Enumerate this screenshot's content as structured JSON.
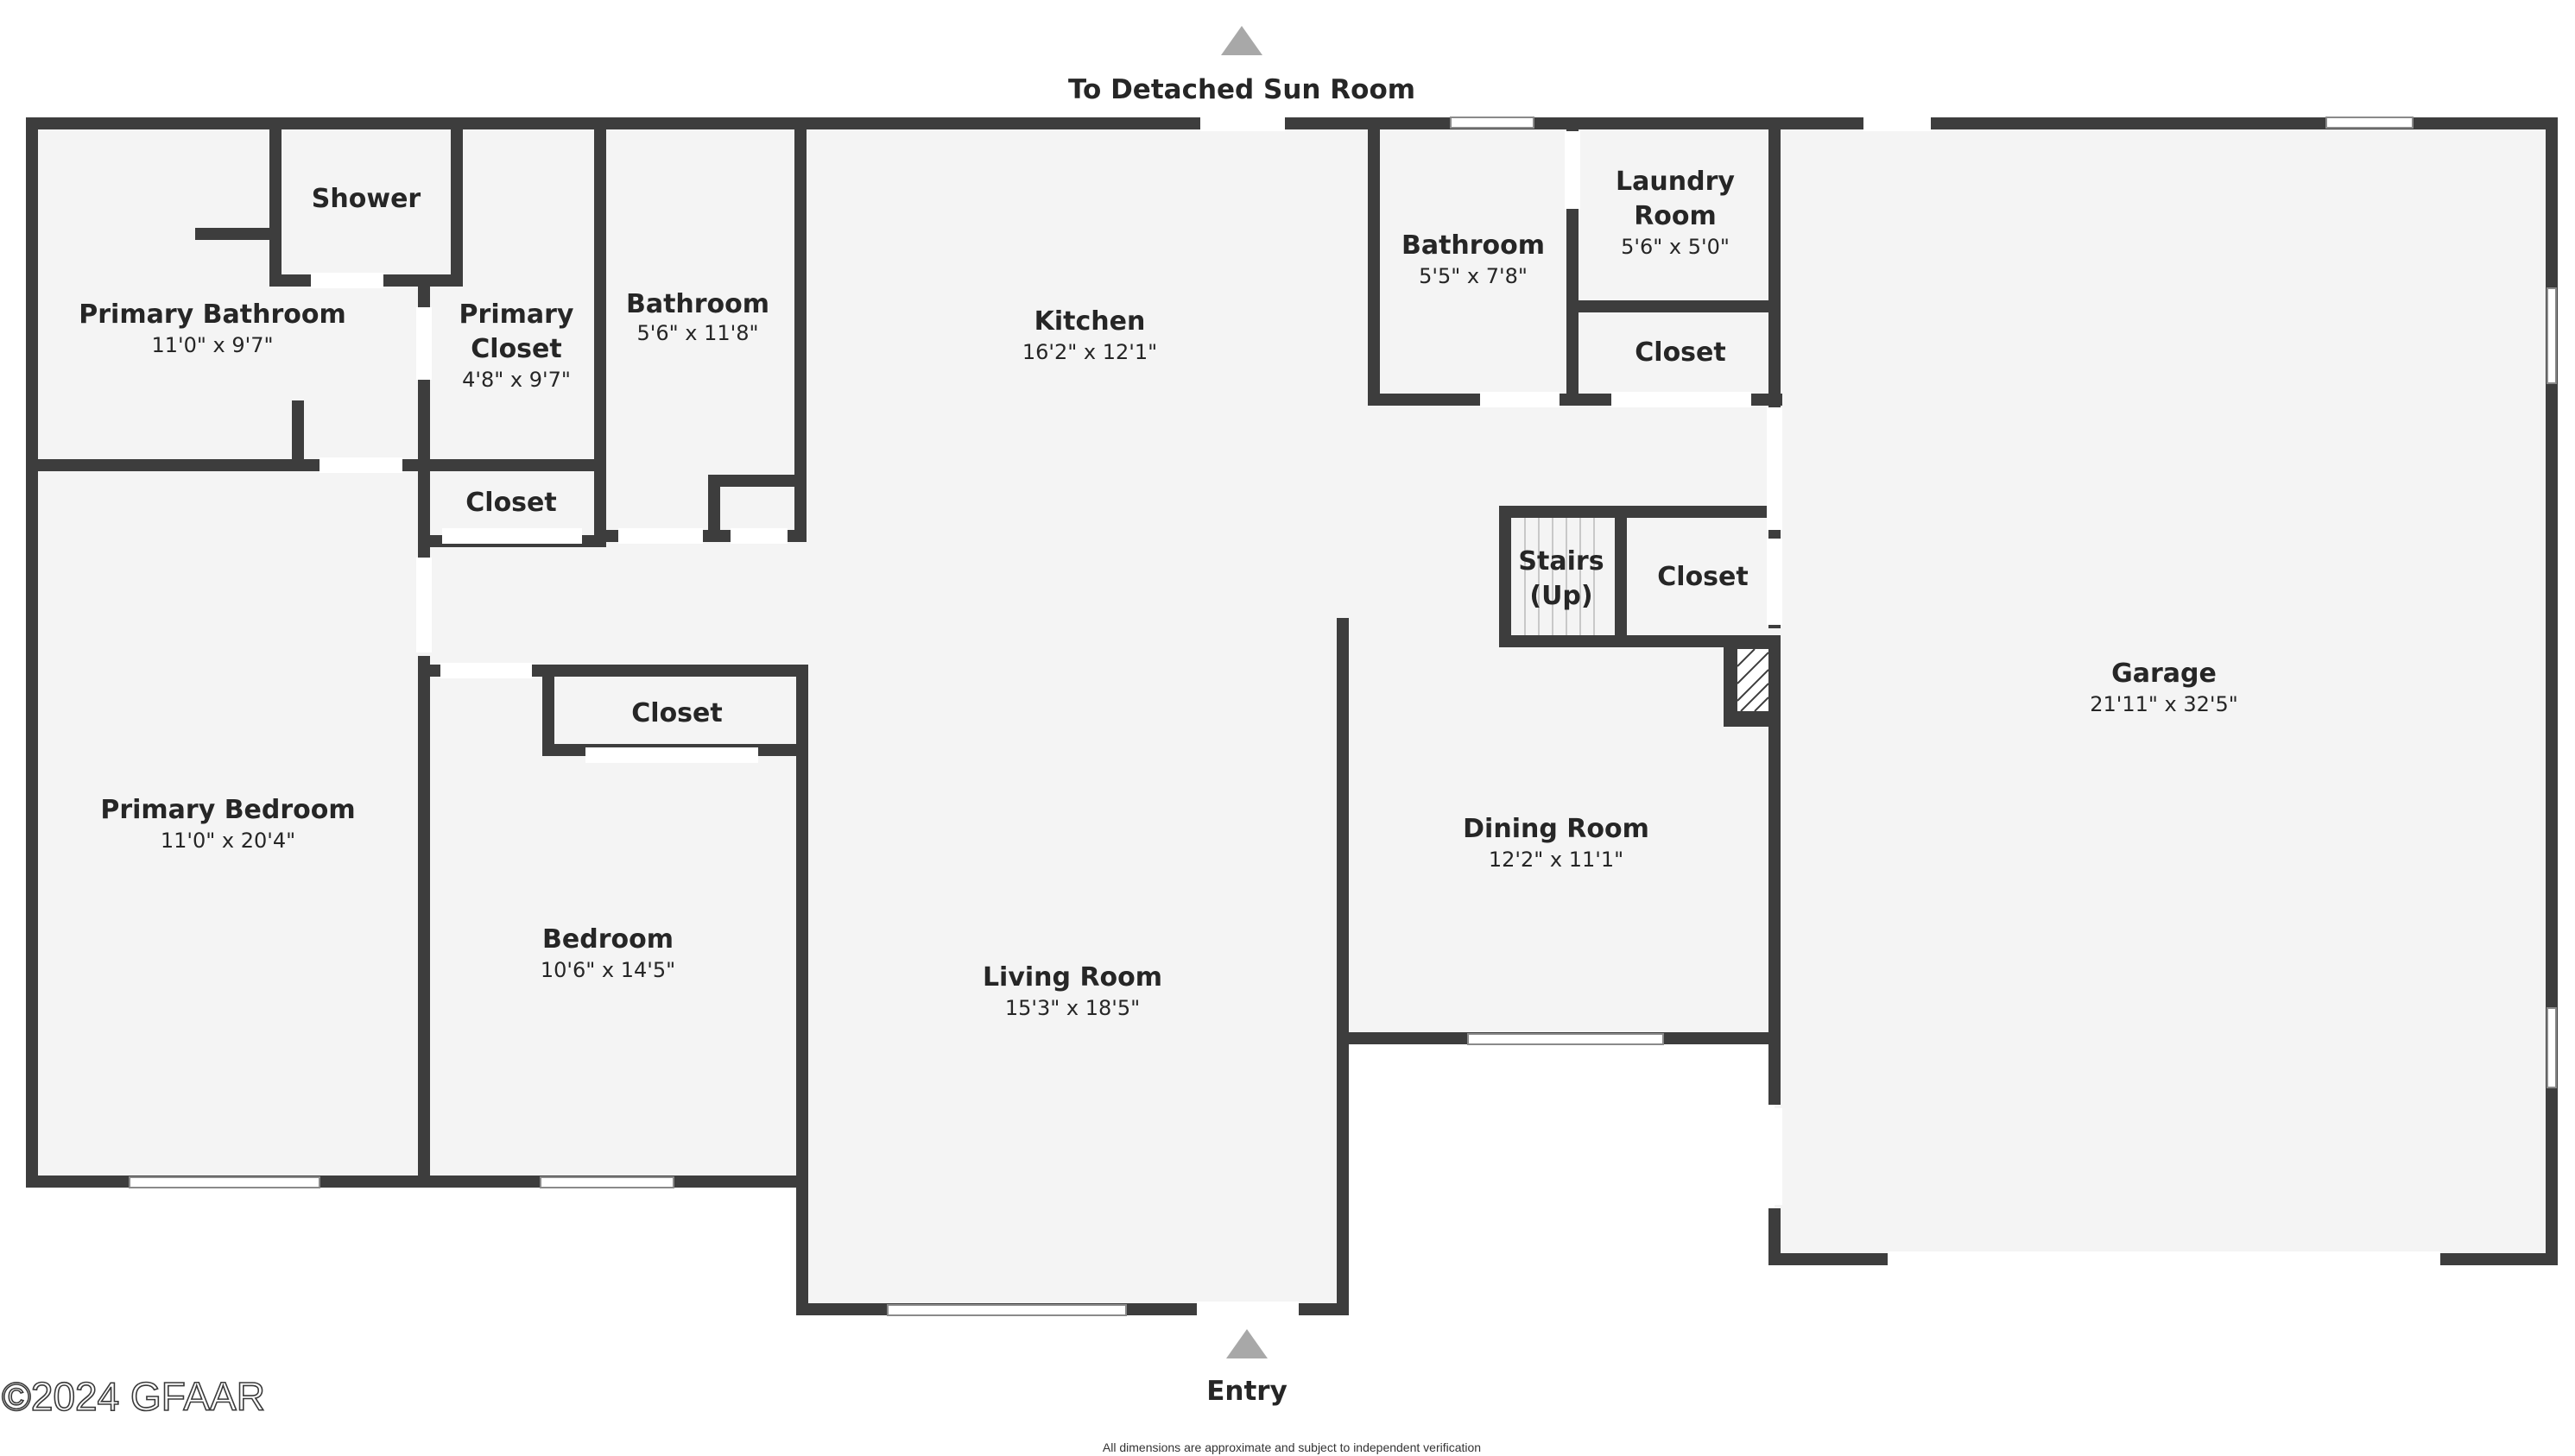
{
  "labels": {
    "top_direction": "To Detached Sun Room",
    "entry": "Entry",
    "disclaimer": "All dimensions are approximate and subject to independent verification",
    "copyright": "©2024 GFAAR"
  },
  "rooms": {
    "primary_bathroom": {
      "name": "Primary Bathroom",
      "dim": "11'0\" x 9'7\""
    },
    "shower": {
      "name": "Shower"
    },
    "primary_closet": {
      "name1": "Primary",
      "name2": "Closet",
      "dim": "4'8\" x 9'7\""
    },
    "bathroom_1": {
      "name": "Bathroom",
      "dim": "5'6\" x 11'8\""
    },
    "kitchen": {
      "name": "Kitchen",
      "dim": "16'2\" x 12'1\""
    },
    "bathroom_2": {
      "name": "Bathroom",
      "dim": "5'5\" x 7'8\""
    },
    "laundry_room": {
      "name1": "Laundry",
      "name2": "Room",
      "dim": "5'6\" x 5'0\""
    },
    "closet_laundry": {
      "name": "Closet"
    },
    "closet_hall": {
      "name": "Closet"
    },
    "stairs": {
      "name1": "Stairs",
      "name2": "(Up)"
    },
    "closet_stairs": {
      "name": "Closet"
    },
    "garage": {
      "name": "Garage",
      "dim": "21'11\" x 32'5\""
    },
    "primary_bedroom": {
      "name": "Primary Bedroom",
      "dim": "11'0\" x 20'4\""
    },
    "closet_bedroom": {
      "name": "Closet"
    },
    "bedroom": {
      "name": "Bedroom",
      "dim": "10'6\" x 14'5\""
    },
    "living_room": {
      "name": "Living Room",
      "dim": "15'3\" x 18'5\""
    },
    "dining_room": {
      "name": "Dining Room",
      "dim": "12'2\" x 11'1\""
    }
  }
}
